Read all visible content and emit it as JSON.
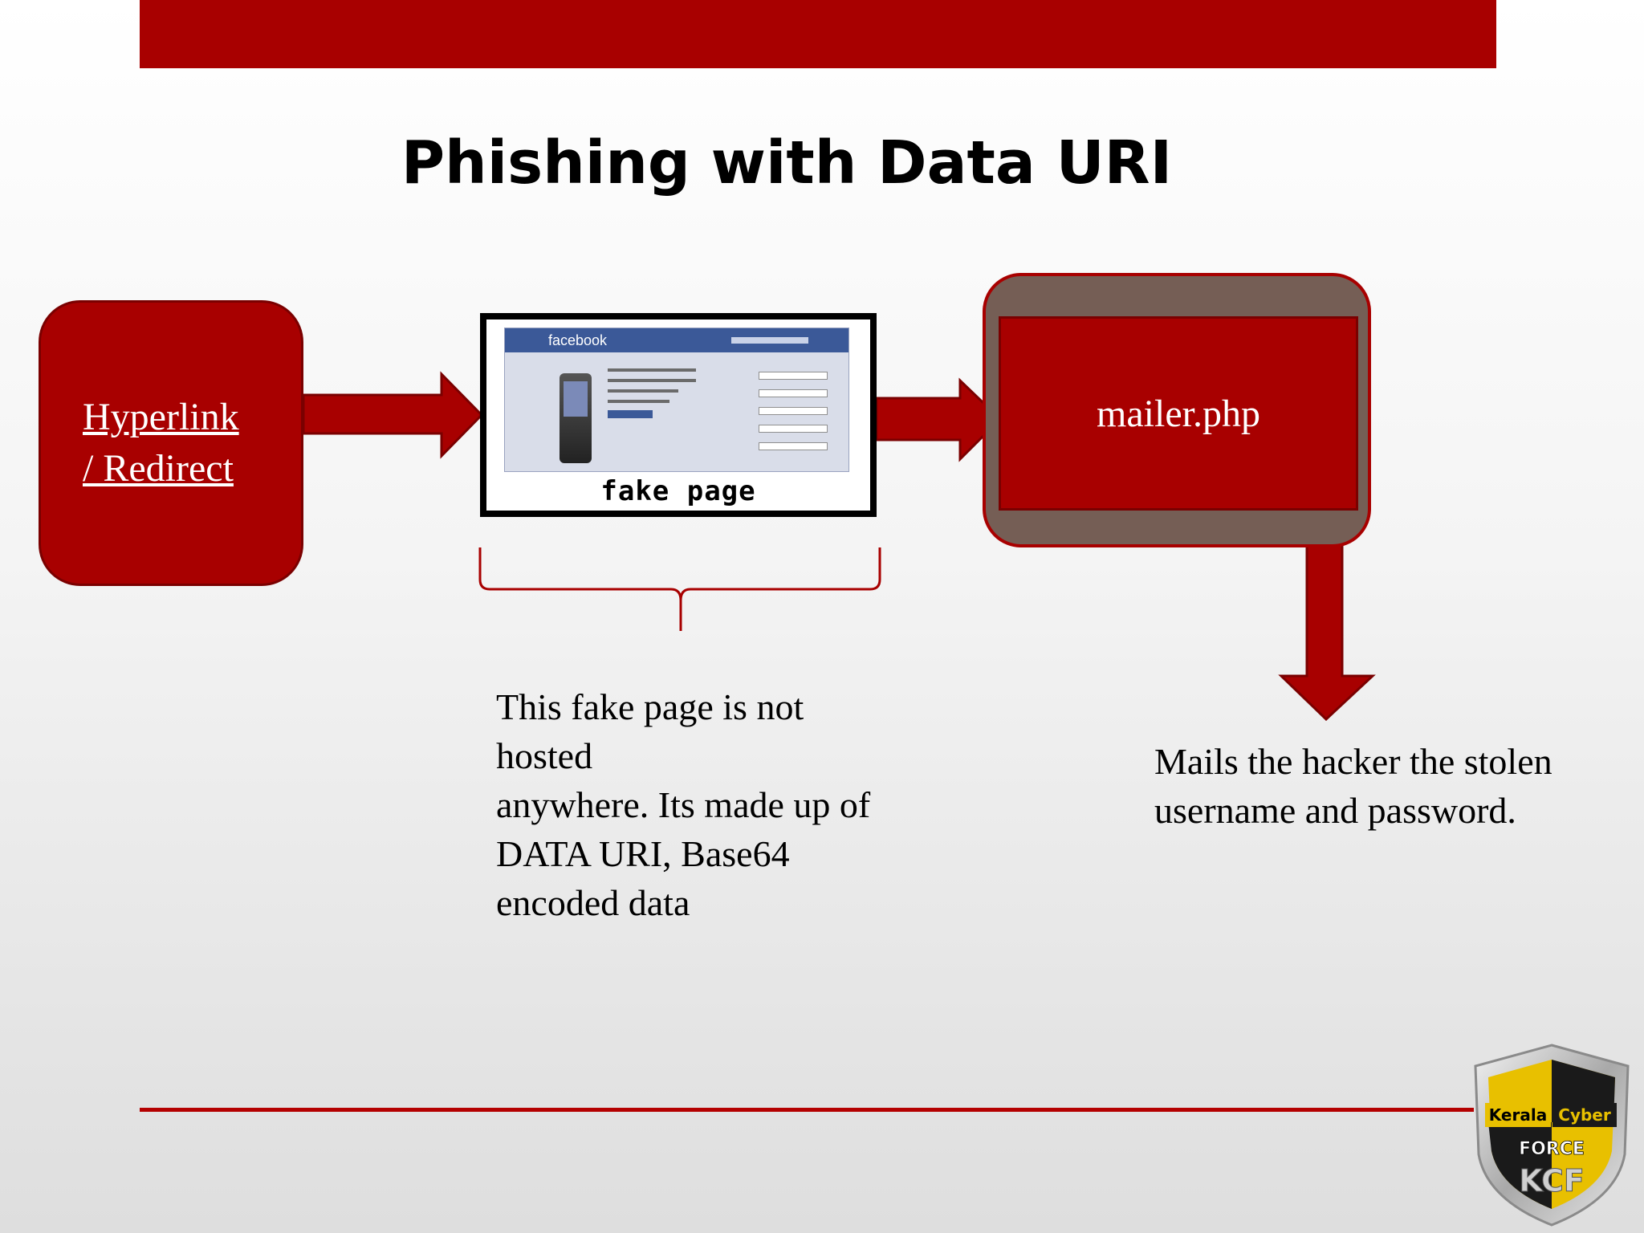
{
  "slide": {
    "title": "Phishing with Data URI",
    "hyperlink_label": [
      "Hyperlink",
      "/ Redirect"
    ],
    "fake_page": {
      "brand": "facebook",
      "label": "fake page"
    },
    "mailer_label": "mailer.php",
    "description_lines": [
      "This fake page is not",
      "hosted",
      "anywhere. Its made up of",
      "DATA URI, Base64",
      "encoded data"
    ],
    "mails_lines": [
      "Mails the hacker the stolen",
      "username and password."
    ],
    "logo": {
      "line1_left": "Kerala",
      "line1_right": "Cyber",
      "line2": "FORCE",
      "line3": "KCF"
    }
  },
  "colors": {
    "accent_red": "#a80000",
    "mailer_frame": "#755e55",
    "bar_red": "#b40000"
  },
  "icons": [
    "right-arrow-icon",
    "right-arrow-icon",
    "down-arrow-icon",
    "brace-icon",
    "shield-logo-icon"
  ]
}
